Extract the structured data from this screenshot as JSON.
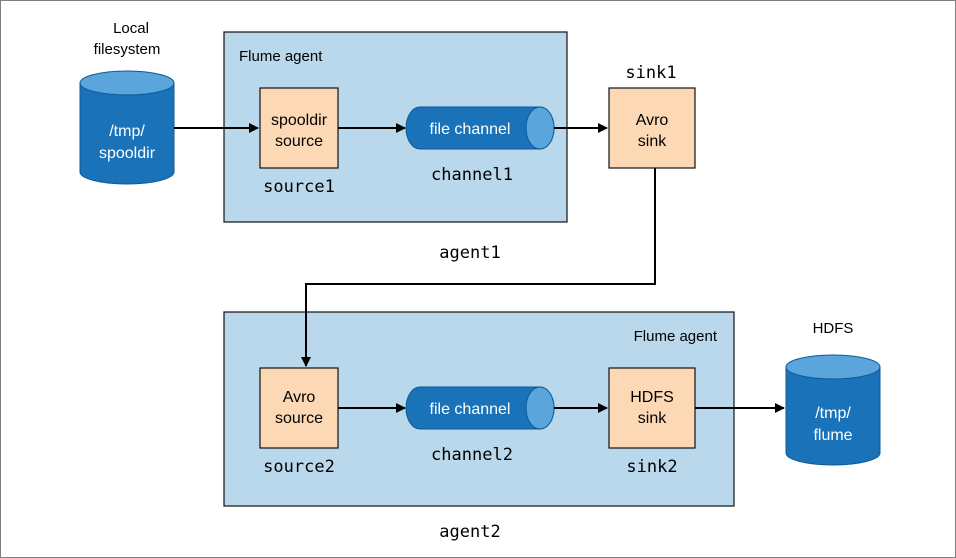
{
  "filesystem": {
    "label_line1": "Local",
    "label_line2": "filesystem",
    "store_line1": "/tmp/",
    "store_line2": "spooldir"
  },
  "agent1": {
    "heading": "Flume agent",
    "name": "agent1",
    "source": {
      "line1": "spooldir",
      "line2": "source",
      "id": "source1"
    },
    "channel": {
      "label": "file channel",
      "id": "channel1"
    },
    "sink": {
      "line1": "Avro",
      "line2": "sink",
      "id": "sink1"
    }
  },
  "agent2": {
    "heading": "Flume agent",
    "name": "agent2",
    "source": {
      "line1": "Avro",
      "line2": "source",
      "id": "source2"
    },
    "channel": {
      "label": "file channel",
      "id": "channel2"
    },
    "sink": {
      "line1": "HDFS",
      "line2": "sink",
      "id": "sink2"
    }
  },
  "hdfs": {
    "label": "HDFS",
    "store_line1": "/tmp/",
    "store_line2": "flume"
  },
  "colors": {
    "agent_fill": "#b9d8ec",
    "component_fill": "#fcd9b4",
    "store_fill": "#1a73b9",
    "store_top": "#5aa6dc",
    "line": "#000000"
  }
}
